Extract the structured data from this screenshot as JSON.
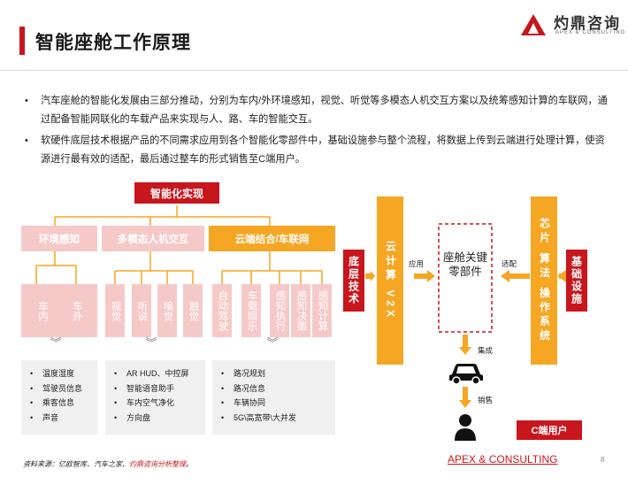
{
  "header": {
    "title": "智能座舱工作原理",
    "logo_cn": "灼鼎咨询",
    "logo_en": "APEX & CONSULTING"
  },
  "bullets": [
    "汽车座舱的智能化发展由三部分推动，分别为车内/外环境感知，视觉、听觉等多模态人机交互方案以及统筹感知计算的车联网，通过配备智能网联化的车载产品来实现与人、路、车的智能交互。",
    "软硬件底层技术根据产品的不同需求应用到各个智能化零部件中，基础设施参与整个流程，将数据上传到云端进行处理计算，使资源进行最有效的适配，最后通过整车的形式销售至C端用户。"
  ],
  "diagram": {
    "top": "智能化实现",
    "categories": [
      "环境感知",
      "多模态人机交互",
      "云端结合/车联网"
    ],
    "env_items": [
      "车内",
      "车外"
    ],
    "hmi_items": [
      "视觉",
      "听说",
      "嗅觉",
      "触觉"
    ],
    "cloud_items": [
      "自动驾驶",
      "车载娱乐",
      "感知执行",
      "感知决策",
      "感知计算"
    ],
    "env_list": [
      "温度湿度",
      "驾驶员信息",
      "乘客信息",
      "声音"
    ],
    "hmi_list": [
      "AR HUD、中控屏",
      "智能语音助手",
      "车内空气净化",
      "方向盘"
    ],
    "cloud_list": [
      "路况规划",
      "路况信息",
      "车辆协同",
      "5G\\高宽带\\大并发"
    ]
  },
  "right": {
    "bottom_tech": "底层技术",
    "cloud_v2x": "云计算 V2X",
    "apply": "应用",
    "core": "座舱关键零部件",
    "adapt": "适配",
    "chips": "芯片 算法 操作系统",
    "infra": "基础设施",
    "integrate": "集成",
    "sell": "销售",
    "c_user": "C端用户"
  },
  "footer": {
    "source_prefix": "资料来源：亿欧智库、汽车之家、",
    "source_red": "灼鼎咨询分析整理",
    "source_suffix": "。",
    "brand": "APEX & CONSULTING",
    "page": "8"
  },
  "colors": {
    "accent": "#c8161d",
    "orange": "#f5a623",
    "pink": "#f6c9c9"
  }
}
